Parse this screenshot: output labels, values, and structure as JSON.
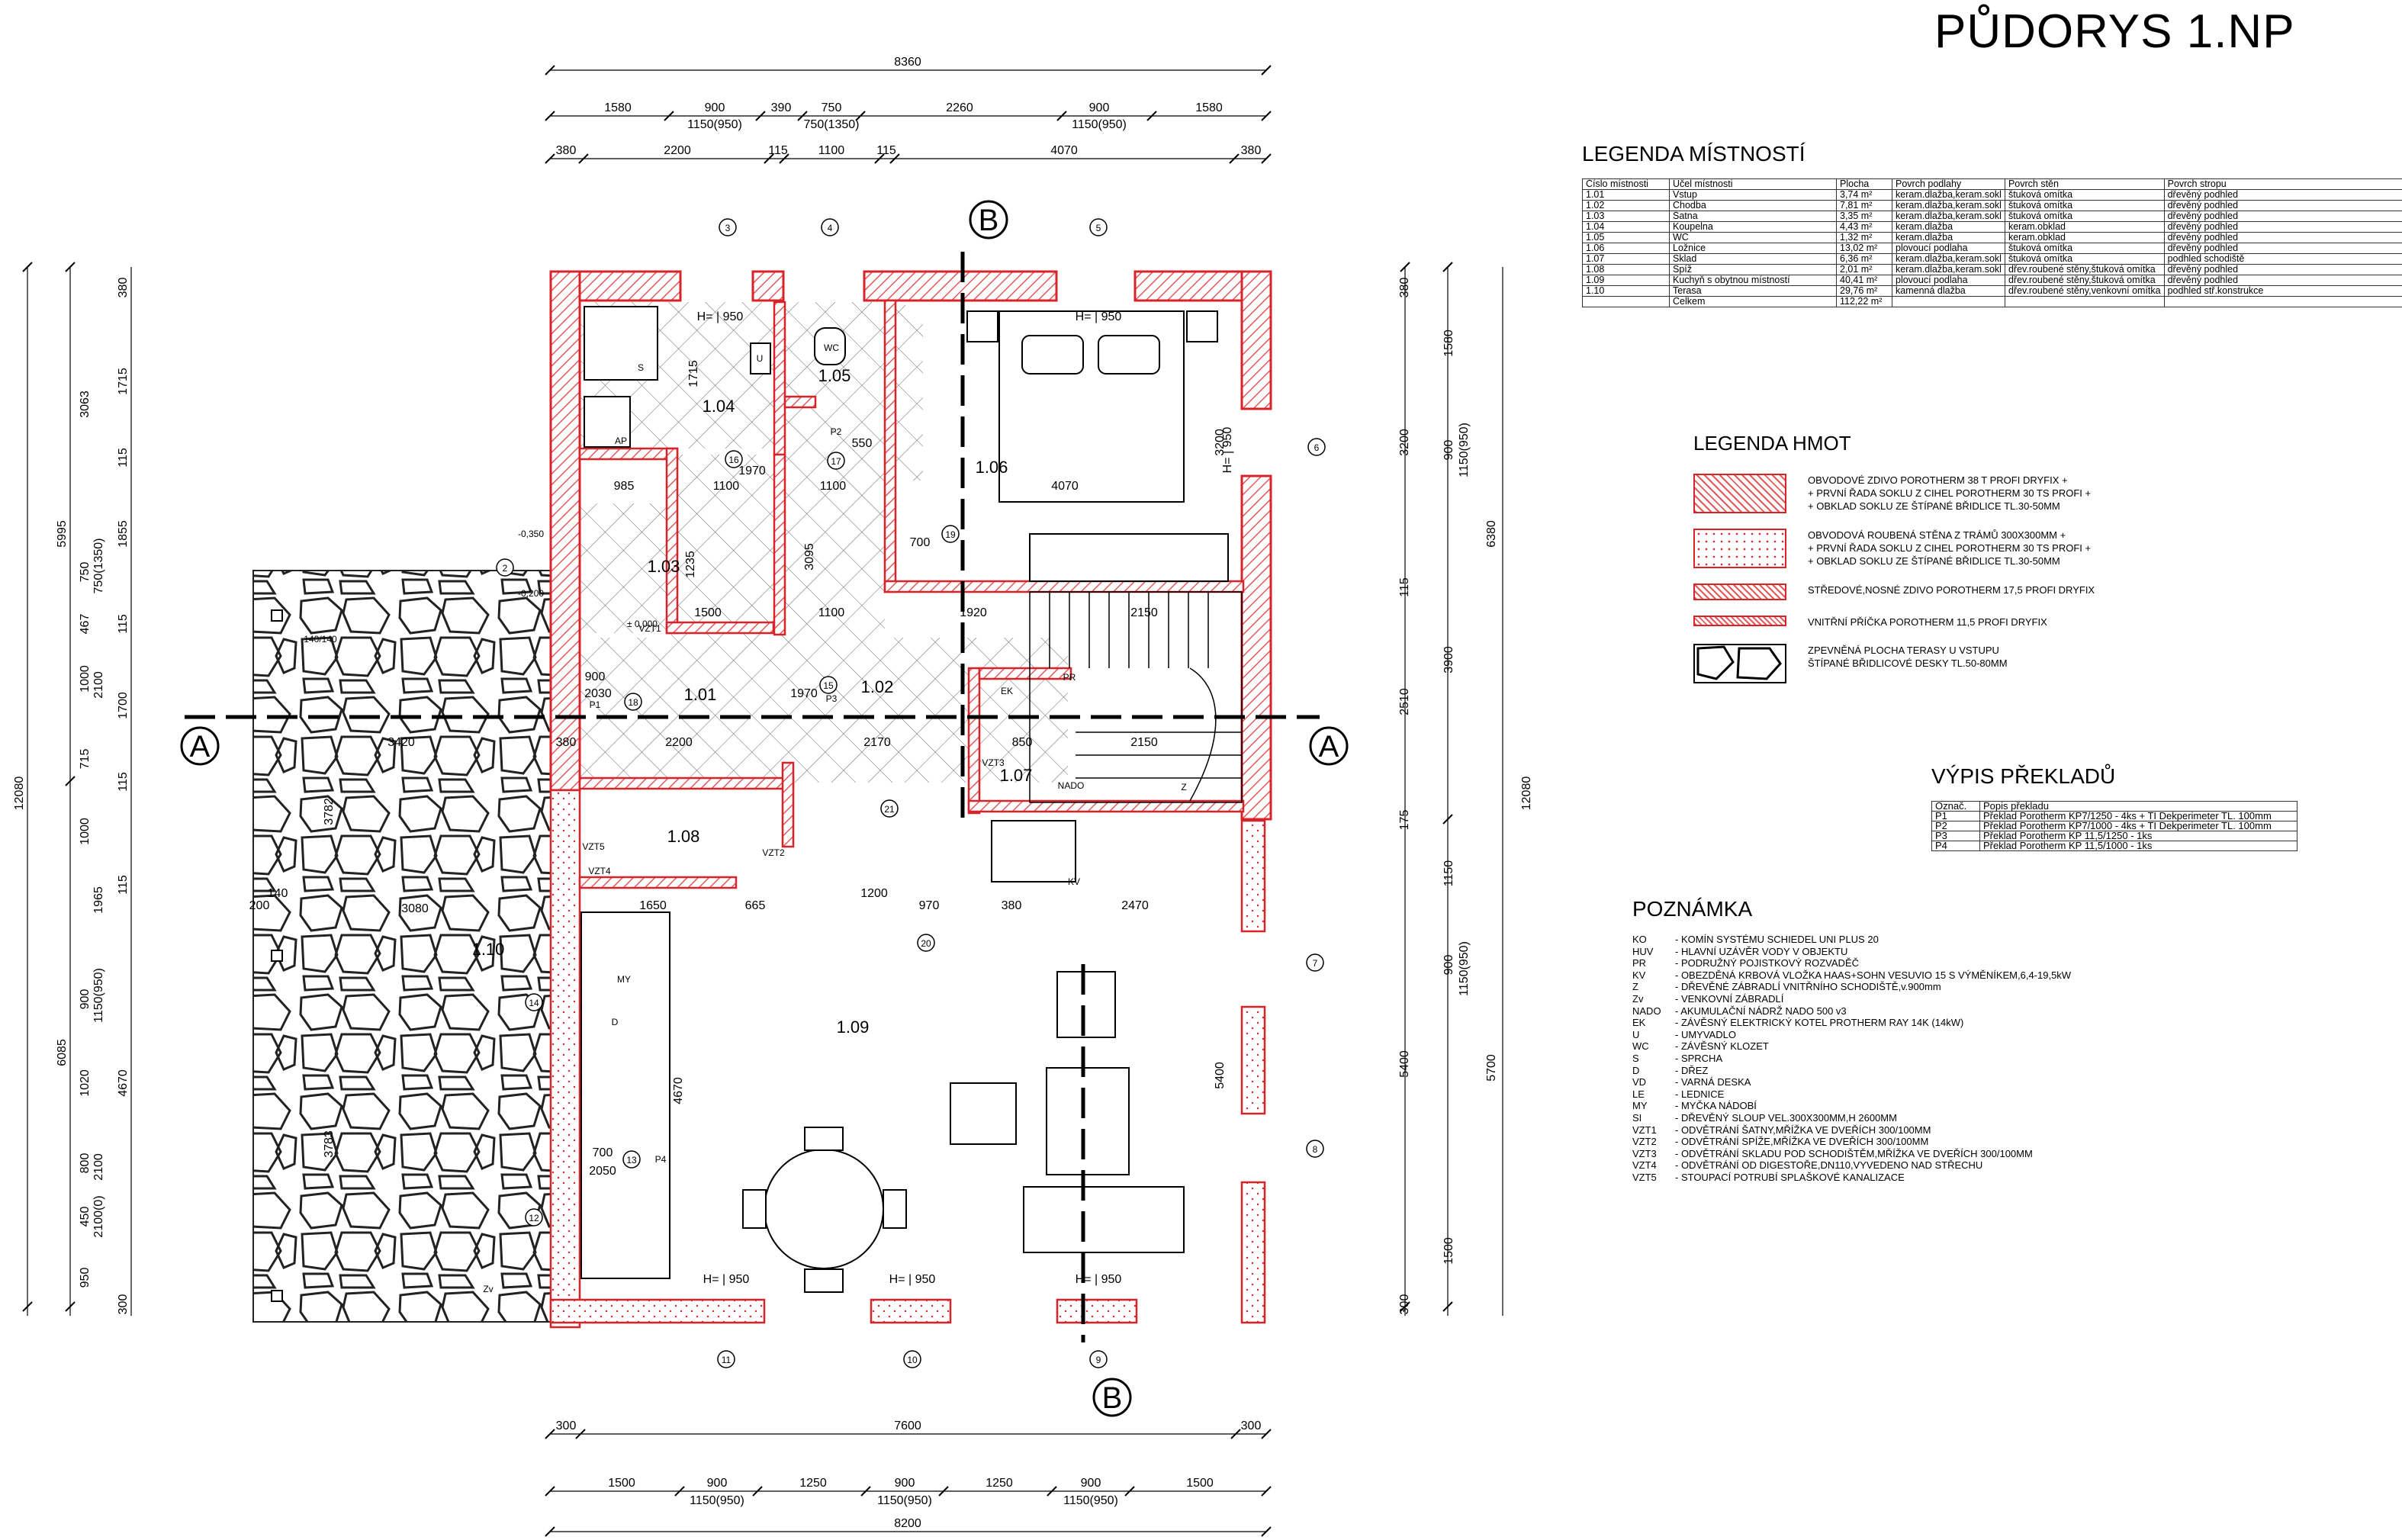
{
  "title": "PŮDORYS 1.NP",
  "colors": {
    "wall": "#d8232a",
    "hatch": "#e25a5a",
    "ink": "#000000"
  },
  "rooms_legend": {
    "title": "LEGENDA MÍSTNOSTÍ",
    "headers": [
      "Číslo místnosti",
      "Účel místnosti",
      "Plocha",
      "Povrch podlahy",
      "Povrch stěn",
      "Povrch stropu"
    ],
    "rows": [
      [
        "1.01",
        "Vstup",
        "3,74 m²",
        "keram.dlažba,keram.sokl",
        "štuková omítka",
        "dřevěný podhled"
      ],
      [
        "1.02",
        "Chodba",
        "7,81 m²",
        "keram.dlažba,keram.sokl",
        "štuková omítka",
        "dřevěný podhled"
      ],
      [
        "1.03",
        "Šatna",
        "3,35 m²",
        "keram.dlažba,keram.sokl",
        "štuková omítka",
        "dřevěný podhled"
      ],
      [
        "1.04",
        "Koupelna",
        "4,43 m²",
        "keram.dlažba",
        "keram.obklad",
        "dřevěný podhled"
      ],
      [
        "1.05",
        "WC",
        "1,32 m²",
        "keram.dlažba",
        "keram.obklad",
        "dřevěný podhled"
      ],
      [
        "1.06",
        "Ložnice",
        "13,02 m²",
        "plovoucí podlaha",
        "štuková omítka",
        "dřevěný podhled"
      ],
      [
        "1.07",
        "Sklad",
        "6,36 m²",
        "keram.dlažba,keram.sokl",
        "štuková omítka",
        "podhled schodiště"
      ],
      [
        "1.08",
        "Spíž",
        "2,01 m²",
        "keram.dlažba,keram.sokl",
        "dřev.roubené stěny,štuková omítka",
        "dřevěný podhled"
      ],
      [
        "1.09",
        "Kuchyň s obytnou místností",
        "40,41 m²",
        "plovoucí podlaha",
        "dřev.roubené stěny,štuková omítka",
        "dřevěný podhled"
      ],
      [
        "1.10",
        "Terasa",
        "29,76 m²",
        "kamenná dlažba",
        "dřev.roubené stěny,venkovní omítka",
        "podhled stř.konstrukce"
      ],
      [
        "",
        "Celkem",
        "112,22 m²",
        "",
        "",
        ""
      ]
    ]
  },
  "materials_legend": {
    "title": "LEGENDA HMOT",
    "items": [
      {
        "text": "OBVODOVÉ ZDIVO POROTHERM 38 T PROFI DRYFIX +\n+ PRVNÍ ŘADA SOKLU Z CIHEL POROTHERM 30 TS PROFI +\n+ OBKLAD SOKLU ZE ŠTÍPANÉ BŘIDLICE TL.30-50MM",
        "swatch": "exterior-wall"
      },
      {
        "text": "OBVODOVÁ ROUBENÁ STĚNA Z TRÁMŮ 300X300MM +\n+ PRVNÍ ŘADA SOKLU Z CIHEL POROTHERM 30 TS PROFI +\n+ OBKLAD SOKLU ZE ŠTÍPANÉ BŘIDLICE TL.30-50MM",
        "swatch": "log-wall"
      },
      {
        "text": "STŘEDOVÉ,NOSNÉ ZDIVO POROTHERM 17,5 PROFI DRYFIX",
        "swatch": "load-bearing"
      },
      {
        "text": "VNITŘNÍ PŘÍČKA POROTHERM 11,5 PROFI DRYFIX",
        "swatch": "partition"
      },
      {
        "text": "ZPEVNĚNÁ PLOCHA TERASY U VSTUPU\nŠTÍPANÉ BŘIDLICOVÉ DESKY TL.50-80MM",
        "swatch": "stone"
      }
    ]
  },
  "lintels": {
    "title": "VÝPIS PŘEKLADŮ",
    "headers": [
      "Označ.",
      "Popis překladu"
    ],
    "rows": [
      [
        "P1",
        "Překlad Porotherm KP7/1250 - 4ks + TI Dekperimeter TL. 100mm"
      ],
      [
        "P2",
        "Překlad Porotherm KP7/1000 - 4ks + TI Dekperimeter TL. 100mm"
      ],
      [
        "P3",
        "Překlad Porotherm KP 11,5/1250 - 1ks"
      ],
      [
        "P4",
        "Překlad Porotherm KP 11,5/1000 - 1ks"
      ]
    ]
  },
  "notes": {
    "title": "POZNÁMKA",
    "items": [
      [
        "KO",
        "- KOMÍN SYSTÉMU SCHIEDEL UNI PLUS 20"
      ],
      [
        "HUV",
        "- HLAVNÍ UZÁVĚR VODY V OBJEKTU"
      ],
      [
        "PR",
        "- PODRUŽNÝ POJISTKOVÝ ROZVADĚČ"
      ],
      [
        "KV",
        "- OBEZDĚNÁ KRBOVÁ VLOŽKA HAAS+SOHN VESUVIO 15 S VÝMĚNÍKEM,6,4-19,5kW"
      ],
      [
        "Z",
        "- DŘEVĚNÉ ZÁBRADLÍ VNITŘNÍHO SCHODIŠTĚ,v.900mm"
      ],
      [
        "Zv",
        "- VENKOVNÍ ZÁBRADLÍ"
      ],
      [
        "NADO",
        "- AKUMULAČNÍ NÁDRŽ NADO 500 v3"
      ],
      [
        "EK",
        "- ZÁVĚSNÝ ELEKTRICKÝ KOTEL PROTHERM RAY 14K (14kW)"
      ],
      [
        "U",
        "- UMYVADLO"
      ],
      [
        "WC",
        "- ZÁVĚSNÝ KLOZET"
      ],
      [
        "S",
        "- SPRCHA"
      ],
      [
        "D",
        "- DŘEZ"
      ],
      [
        "VD",
        "- VARNÁ DESKA"
      ],
      [
        "LE",
        "- LEDNICE"
      ],
      [
        "MY",
        "- MYČKA NÁDOBÍ"
      ],
      [
        "SI",
        "- DŘEVĚNÝ SLOUP VEL.300X300MM,H 2600MM"
      ],
      [
        "VZT1",
        "- ODVĚTRÁNÍ ŠATNY,MŘÍŽKA VE DVEŘÍCH 300/100MM"
      ],
      [
        "VZT2",
        "- ODVĚTRÁNÍ SPÍŽE,MŘÍŽKA VE DVEŘÍCH 300/100MM"
      ],
      [
        "VZT3",
        "- ODVĚTRÁNÍ SKLADU POD SCHODIŠTĚM,MŘÍŽKA VE DVEŘÍCH 300/100MM"
      ],
      [
        "VZT4",
        "- ODVĚTRÁNÍ OD DIGESTOŘE,DN110,VYVEDENO NAD STŘECHU"
      ],
      [
        "VZT5",
        "- STOUPACÍ POTRUBÍ SPLAŠKOVÉ KANALIZACE"
      ]
    ]
  },
  "plan": {
    "rooms": [
      {
        "id": "room-1-01",
        "no": "1.01"
      },
      {
        "id": "room-1-02",
        "no": "1.02"
      },
      {
        "id": "room-1-03",
        "no": "1.03"
      },
      {
        "id": "room-1-04",
        "no": "1.04"
      },
      {
        "id": "room-1-05",
        "no": "1.05"
      },
      {
        "id": "room-1-06",
        "no": "1.06"
      },
      {
        "id": "room-1-07",
        "no": "1.07"
      },
      {
        "id": "room-1-08",
        "no": "1.08"
      },
      {
        "id": "room-1-09",
        "no": "1.09"
      },
      {
        "id": "room-1-10",
        "no": "1.10"
      }
    ],
    "dims_top": {
      "overall": "8360",
      "row2": [
        "1580",
        "900",
        "390",
        "750",
        "2260",
        "900",
        "1580"
      ],
      "row2_sub": [
        "1150(950)",
        "750(1350)",
        "1150(950)"
      ],
      "row3": [
        "380",
        "2200",
        "115",
        "1100",
        "115",
        "4070",
        "380"
      ]
    },
    "dims_bottom": {
      "row1": [
        "300",
        "7600",
        "300"
      ],
      "row2": [
        "1500",
        "900",
        "1250",
        "900",
        "1250",
        "900",
        "1500"
      ],
      "row2_sub": [
        "1150(950)",
        "1150(950)",
        "1150(950)"
      ],
      "overall": "8200"
    },
    "dims_left": {
      "overall": "12080",
      "upper": "5995",
      "lower": "6085",
      "chain": [
        "380",
        "1715",
        "3063",
        "115",
        "1855",
        "750",
        "750(1350)",
        "467",
        "115",
        "1000",
        "2100",
        "1700",
        "715",
        "115",
        "1000",
        "1965",
        "115",
        "900",
        "1150(950)",
        "4670",
        "1020",
        "800",
        "2100",
        "450",
        "2100(0)",
        "950",
        "300"
      ]
    },
    "dims_right": {
      "overall": "12080",
      "upper": "6380",
      "lower": "5700",
      "chain": [
        "380",
        "1580",
        "900",
        "1150(950)",
        "3200",
        "115",
        "3900",
        "2510",
        "175",
        "1150",
        "900",
        "1150(950)",
        "5400",
        "1500",
        "300"
      ]
    },
    "inner_dims": [
      "985",
      "1100",
      "1100",
      "4070",
      "700",
      "1970",
      "550",
      "1500",
      "1100",
      "1920",
      "2150",
      "2200",
      "2170",
      "850",
      "2150",
      "3420",
      "3080",
      "1650",
      "665",
      "970",
      "380",
      "2470",
      "1200",
      "200",
      "140",
      "380",
      "900",
      "1970",
      "2030",
      "700",
      "2050",
      "3782",
      "3783",
      "4670",
      "5400",
      "3200",
      "1715",
      "1235",
      "3095",
      "H= | 950",
      "H= | 950",
      "H= | 950",
      "H= | 950",
      "H= | 950",
      "H= | 950"
    ],
    "axes": [
      "2",
      "3",
      "4",
      "5",
      "6",
      "7",
      "8",
      "9",
      "10",
      "11",
      "12",
      "13",
      "14",
      "15",
      "16",
      "17",
      "18",
      "19",
      "20",
      "21"
    ],
    "labels": [
      "WC",
      "AP",
      "U",
      "S",
      "EK",
      "PR",
      "NADO",
      "KV",
      "VZT1",
      "VZT2",
      "VZT3",
      "VZT4",
      "VZT5",
      "MY",
      "D",
      "Zv",
      "Z",
      "P1",
      "P2",
      "P3",
      "P4",
      "140/140",
      "± 0,000",
      "-0,350",
      "-0,200"
    ],
    "section_marks": [
      "A",
      "A",
      "B",
      "B"
    ]
  }
}
